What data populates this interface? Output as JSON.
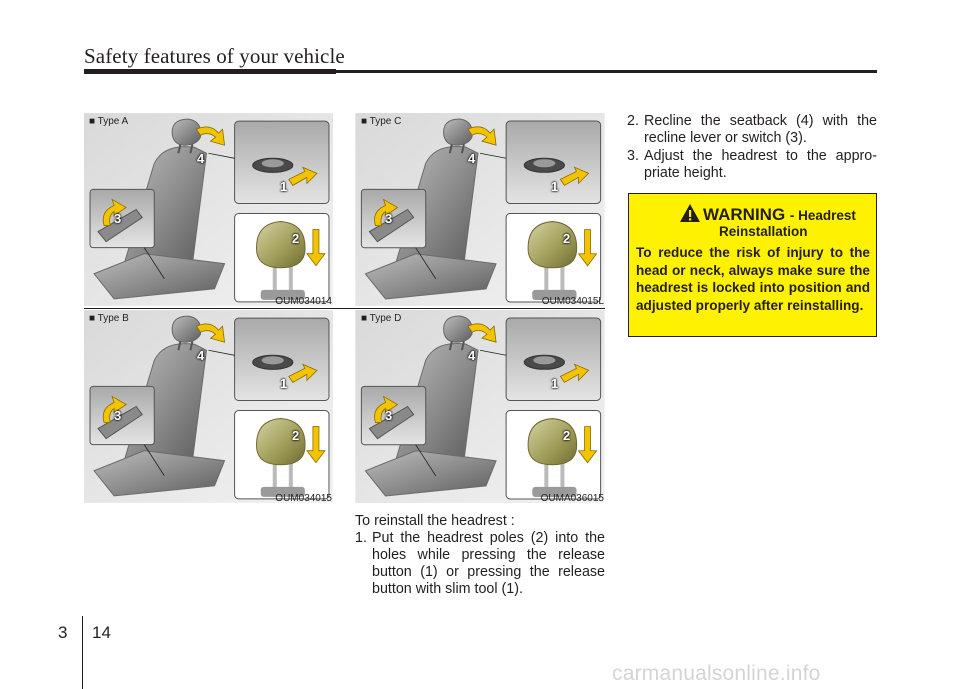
{
  "header": {
    "title": "Safety features of your vehicle"
  },
  "figures": [
    {
      "type_label": "■ Type A",
      "code": "OUM034014"
    },
    {
      "type_label": "■ Type C",
      "code": "OUM034015L"
    },
    {
      "type_label": "■ Type B",
      "code": "OUM034015"
    },
    {
      "type_label": "■ Type D",
      "code": "OUMA036015"
    }
  ],
  "callouts": [
    "1",
    "2",
    "3",
    "4"
  ],
  "content": {
    "intro": "To reinstall the headrest :",
    "steps": [
      {
        "num": "1.",
        "text": "Put the headrest poles (2) into the holes while pressing the release button (1) or pressing the release button with slim tool (1)."
      },
      {
        "num": "2.",
        "text": "Recline the seatback (4) with the recline lever or switch (3)."
      },
      {
        "num": "3.",
        "text": "Adjust the headrest to the appro-priate height."
      }
    ]
  },
  "warning": {
    "title": "WARNING",
    "subtitle_1": "- Headrest",
    "subtitle_2": "Reinstallation",
    "body": "To reduce the risk of injury to the head or neck, always make sure the headrest is locked into position and adjusted properly after reinstalling.",
    "color": "#fff200",
    "icon": "warning-triangle-icon"
  },
  "footer": {
    "section": "3",
    "page": "14"
  },
  "watermark": "carmanualsonline.info"
}
